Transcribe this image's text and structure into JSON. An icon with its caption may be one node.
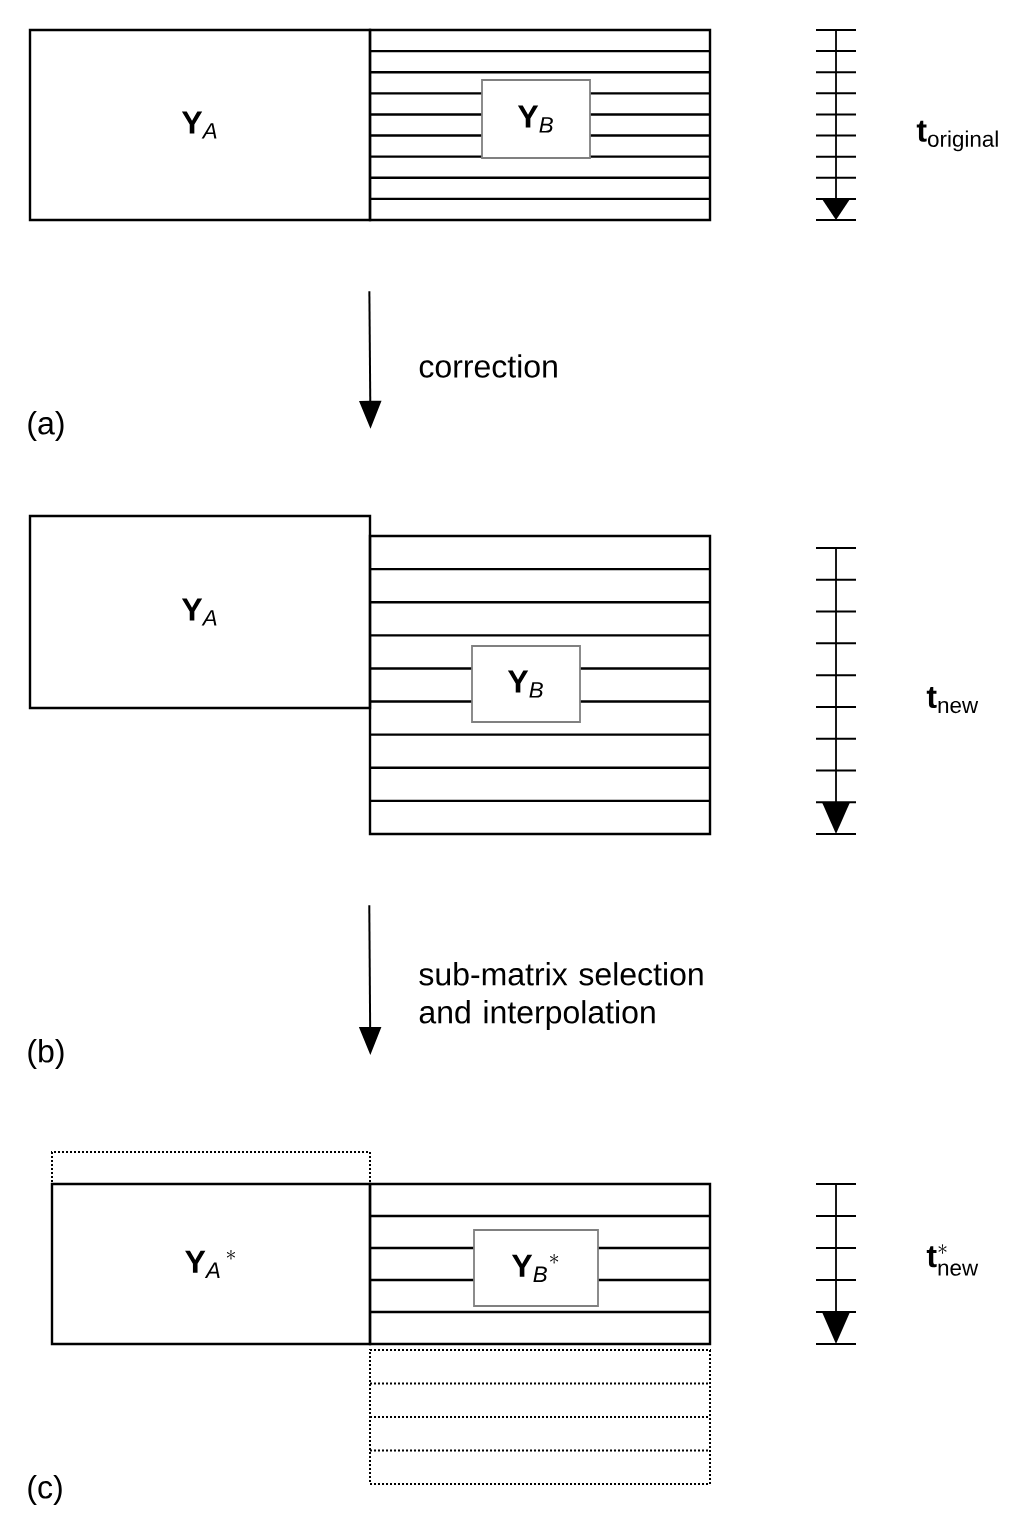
{
  "diagram": {
    "nodes": [
      {
        "text": [
          "\\mathbf{Y}_{\\mathit{A}}"
        ]
      },
      {
        "text": [],
        "shape": "box"
      },
      {
        "text": [
          "\\mathbf{Y}_{\\mathit{B}}"
        ],
        "in": 1
      },
      {
        "text": [
          "\\mathbf{Y}_{\\mathit{A}}"
        ]
      },
      {
        "text": [],
        "shape": "box"
      },
      {
        "text": [
          "\\mathbf{Y}_{\\mathit{B}}"
        ],
        "in": 4
      },
      {
        "text": [],
        "shape": "box"
      },
      {
        "text": [
          "\\mathbf{Y}_{\\mathit{A}}{}^{\\,*}"
        ]
      },
      {
        "text": [],
        "shape": "box"
      },
      {
        "text": [
          "\\mathbf{Y}_{\\mathit{B}}{}^{*}"
        ],
        "in": 8
      },
      {
        "text": [],
        "shape": "box"
      }
    ],
    "edges": [
      {
        "from": 1,
        "to": 3,
        "arrow": "to",
        "label": "correction"
      },
      {
        "from": 4,
        "to": 6,
        "arrow": "to",
        "label": "sub-matrix selection and interpolation"
      }
    ],
    "labels": [
      "\\mathbf{t}_{\\mathrm{original}}",
      "(a)",
      "\\mathbf{t}_{\\mathrm{new}}",
      "(b)",
      "\\mathbf{t}^{*}_{\\mathrm{new}}",
      "(c)"
    ]
  }
}
